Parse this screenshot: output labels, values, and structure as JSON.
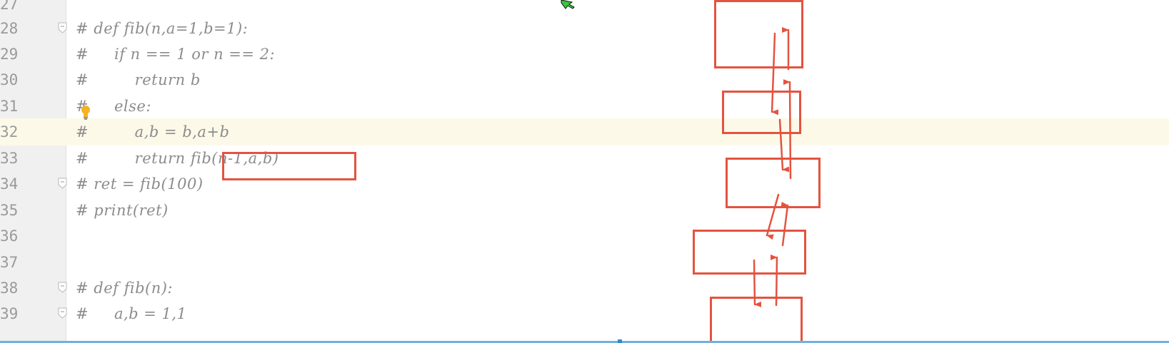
{
  "editor": {
    "lines": [
      {
        "num": "27",
        "code": ""
      },
      {
        "num": "28",
        "code": "# def fib(n,a=1,b=1):"
      },
      {
        "num": "29",
        "code": "#     if n == 1 or n == 2:"
      },
      {
        "num": "30",
        "code": "#         return b"
      },
      {
        "num": "31",
        "code": "#     else:"
      },
      {
        "num": "32",
        "code": "#         a,b = b,a+b"
      },
      {
        "num": "33",
        "code": "#         return fib(n-1,a,b)"
      },
      {
        "num": "34",
        "code": "# ret = fib(100)"
      },
      {
        "num": "35",
        "code": "# print(ret)"
      },
      {
        "num": "36",
        "code": ""
      },
      {
        "num": "37",
        "code": ""
      },
      {
        "num": "38",
        "code": "# def fib(n):"
      },
      {
        "num": "39",
        "code": "#     a,b = 1,1"
      }
    ],
    "current_line": "32"
  },
  "colors": {
    "annotation": "#e4533f",
    "comment_text": "#8c8c8c",
    "current_line_bg": "#fdf9e9"
  },
  "icons": [
    "fold-icon",
    "intention-bulb-icon",
    "mouse-cursor-icon"
  ]
}
